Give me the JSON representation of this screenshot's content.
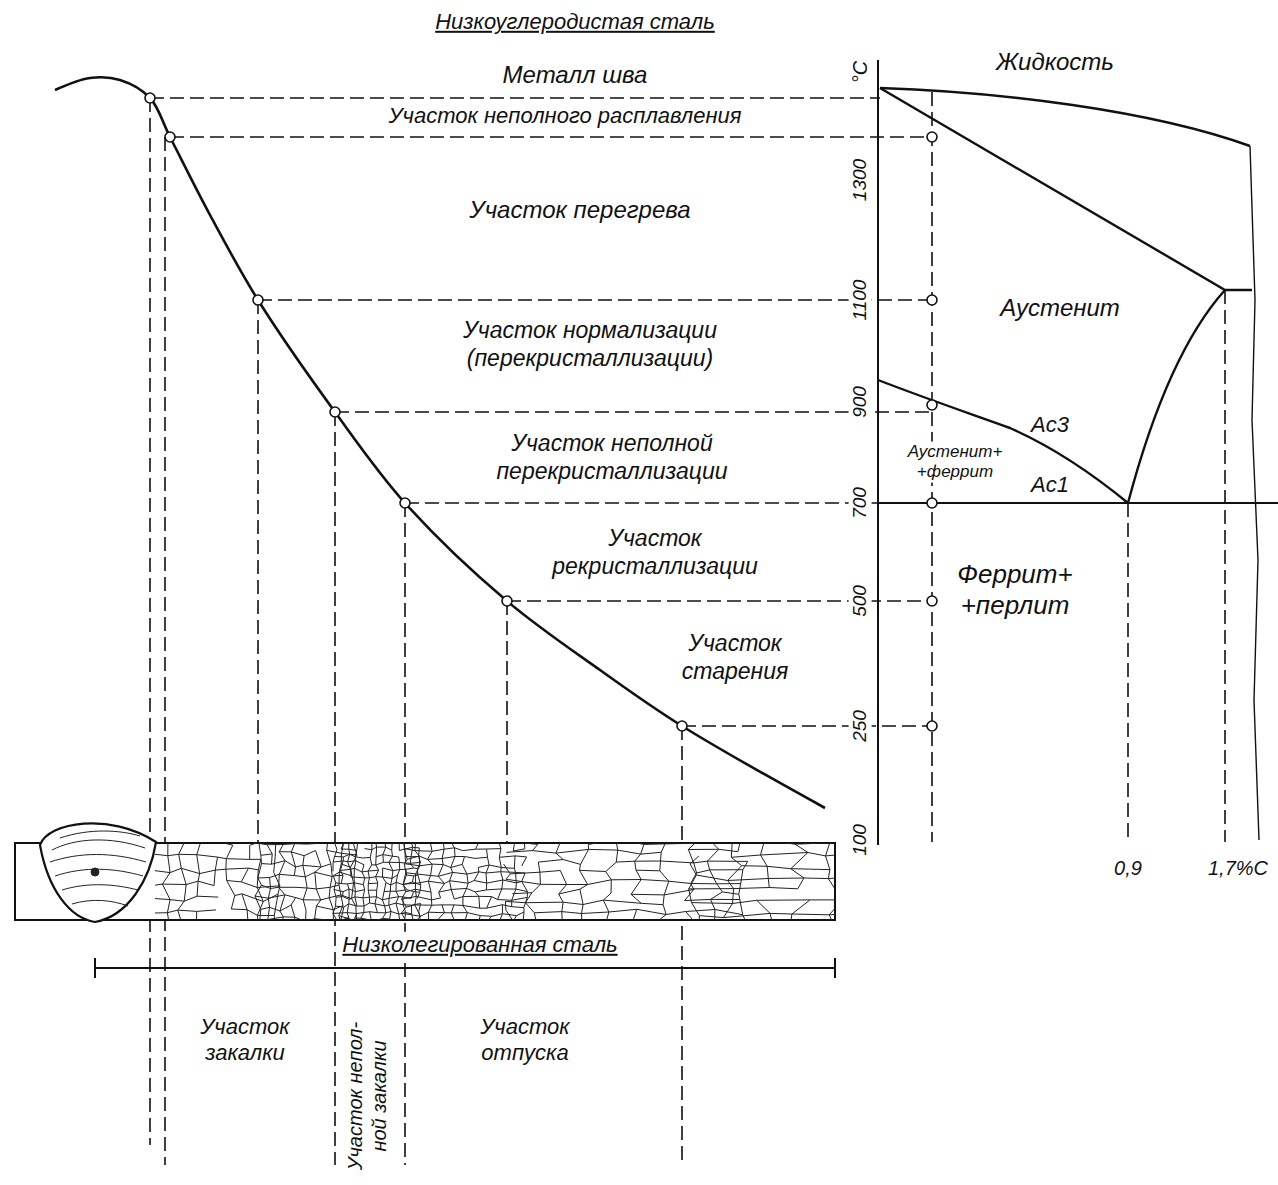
{
  "diagram": {
    "title": "Низкоуглеродистая сталь",
    "labels": [
      "Металл шва",
      "Участок неполного расплавления",
      "Участок перегрева",
      "Участок нормализации (перекристаллизации)",
      "Участок неполной перекристаллизации",
      "Участок рекристаллизации",
      "Участок старения",
      "Жидкость",
      "°C",
      "1300",
      "1100",
      "900",
      "700",
      "500",
      "250",
      "100",
      "Аустенит",
      "Ac3",
      "Аустенит+ +феррит",
      "Ac1",
      "Феррит+ +перлит",
      "0,9",
      "1,7%C",
      "Низколегированная сталь",
      "Участок закалки",
      "Участок непол- ной закалки",
      "Участок отпуска"
    ]
  }
}
